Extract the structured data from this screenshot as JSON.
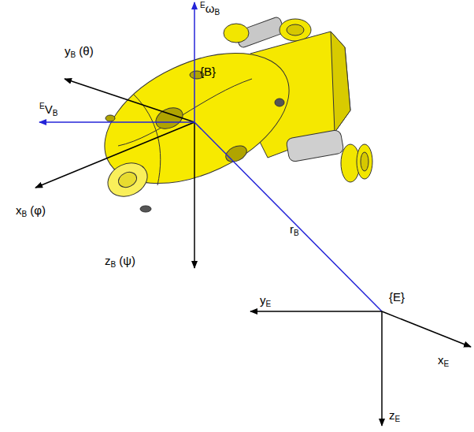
{
  "diagram": {
    "labels": [
      "yB (θ)",
      "EωB",
      "{B}",
      "EVB",
      "xB (φ)",
      "zB (ψ)",
      "rB",
      "{E}",
      "yE",
      "xE",
      "zE"
    ]
  }
}
